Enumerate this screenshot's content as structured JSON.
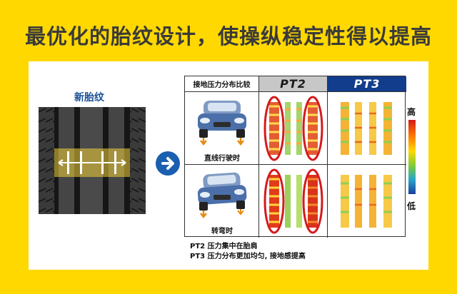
{
  "headline": "最优化的胎纹设计，使操纵稳定性得以提高",
  "tread_label": "新胎纹",
  "table": {
    "corner_label": "接地压力分布比较",
    "col_pt2": "PT2",
    "col_pt3": "PT3",
    "row_straight": "直线行驶时",
    "row_turning": "转弯时"
  },
  "scale": {
    "high": "高",
    "low": "低"
  },
  "notes": {
    "pt2": "PT2 压力集中在胎肩",
    "pt3": "PT3 压力分布更加均匀, 接地感提高"
  },
  "colors": {
    "background": "#ffd800",
    "brand_blue": "#123c8c",
    "highlight_red": "#d7191c"
  }
}
